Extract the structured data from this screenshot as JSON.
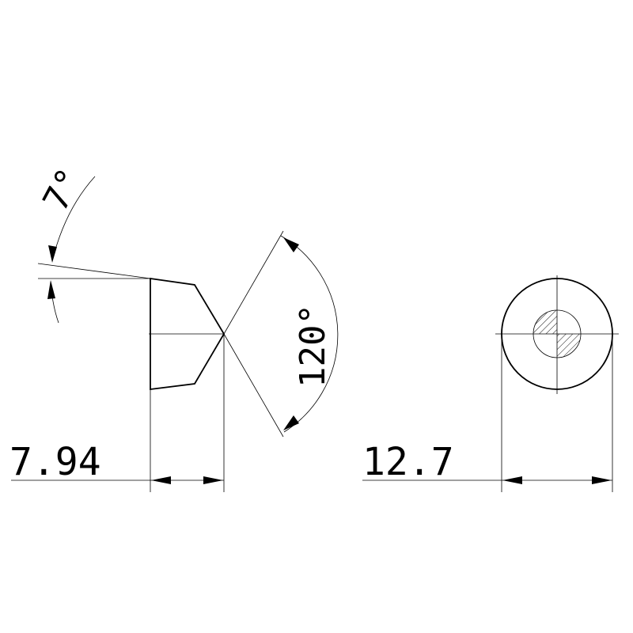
{
  "dimensions": {
    "clearance_angle": "7°",
    "point_angle": "120°",
    "length": "7.94",
    "diameter": "12.7"
  },
  "colors": {
    "line": "#000000",
    "background": "#ffffff",
    "hatch": "#000000"
  }
}
